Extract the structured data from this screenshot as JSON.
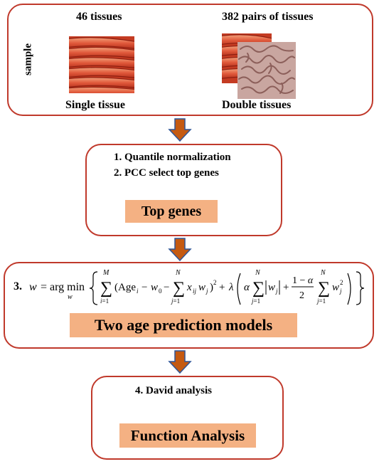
{
  "sample_box": {
    "side_label": "sample",
    "left": {
      "count_label": "46 tissues",
      "caption": "Single tissue"
    },
    "right": {
      "count_label": "382 pairs of tissues",
      "caption": "Double tissues"
    }
  },
  "step_box_1": {
    "line1": "1. Quantile normalization",
    "line2": "2. PCC select top genes",
    "badge": "Top genes"
  },
  "step_box_2": {
    "formula_label": "3.",
    "badge": "Two age prediction models"
  },
  "step_box_3": {
    "line1": "4. David analysis",
    "badge": "Function Analysis"
  },
  "colors": {
    "border": "#c0392b",
    "badge_fill": "#f4b183",
    "arrow_fill": "#c55a11",
    "arrow_stroke": "#2e5597"
  }
}
